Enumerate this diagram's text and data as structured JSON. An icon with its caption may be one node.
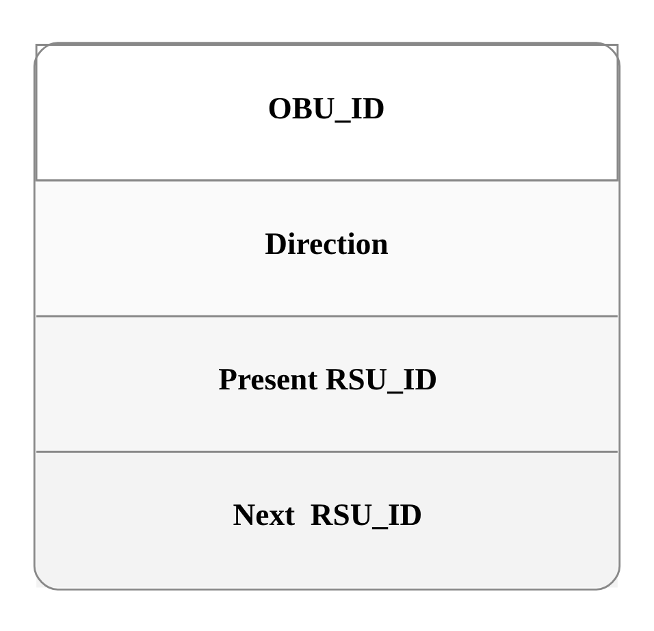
{
  "diagram": {
    "nodes": [
      {
        "text": [
          "OBU_ID",
          "Direction",
          "Present RSU_ID",
          "Next  RSU_ID"
        ]
      }
    ]
  }
}
